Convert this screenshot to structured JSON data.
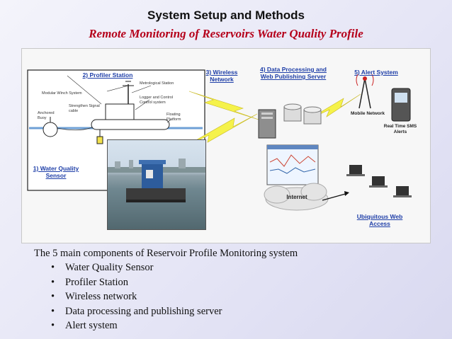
{
  "slide": {
    "title": "System Setup and Methods",
    "subtitle": "Remote Monitoring of Reservoirs Water Quality Profile"
  },
  "diagram": {
    "labels": {
      "profiler_station": "2) Profiler Station",
      "wireless_network": "3) Wireless Network",
      "data_processing": "4) Data Processing and Web Publishing Server",
      "alert_system": "5) Alert System",
      "water_quality_sensor": "1) Water Quality Sensor"
    },
    "small_labels": {
      "meteorological_station": "Metrological Station",
      "modular_winch": "Modular Winch System",
      "strengthen_cable": "Strengthen Signal cable",
      "anchored_buoy": "Anchored Buoy",
      "logger_control": "Logger and Control Control system",
      "floating_platform": "Floating Platform"
    },
    "other_labels": {
      "mobile_network": "Mobile Network",
      "sms_alerts": "Real Time SMS Alerts",
      "internet": "Internet",
      "ubiquitous_access": "Ubiquitous Web Access"
    },
    "icons": [
      "antenna-tower-icon",
      "mobile-phone-icon",
      "server-icon",
      "database-icon",
      "laptop-icon",
      "cloud-icon",
      "lightning-bolt-icon"
    ]
  },
  "body": {
    "intro": "The 5 main components of Reservoir Profile Monitoring system",
    "components": [
      "Water Quality Sensor",
      "Profiler Station",
      "Wireless network",
      "Data processing and publishing server",
      "Alert system"
    ],
    "bullet": "•"
  }
}
